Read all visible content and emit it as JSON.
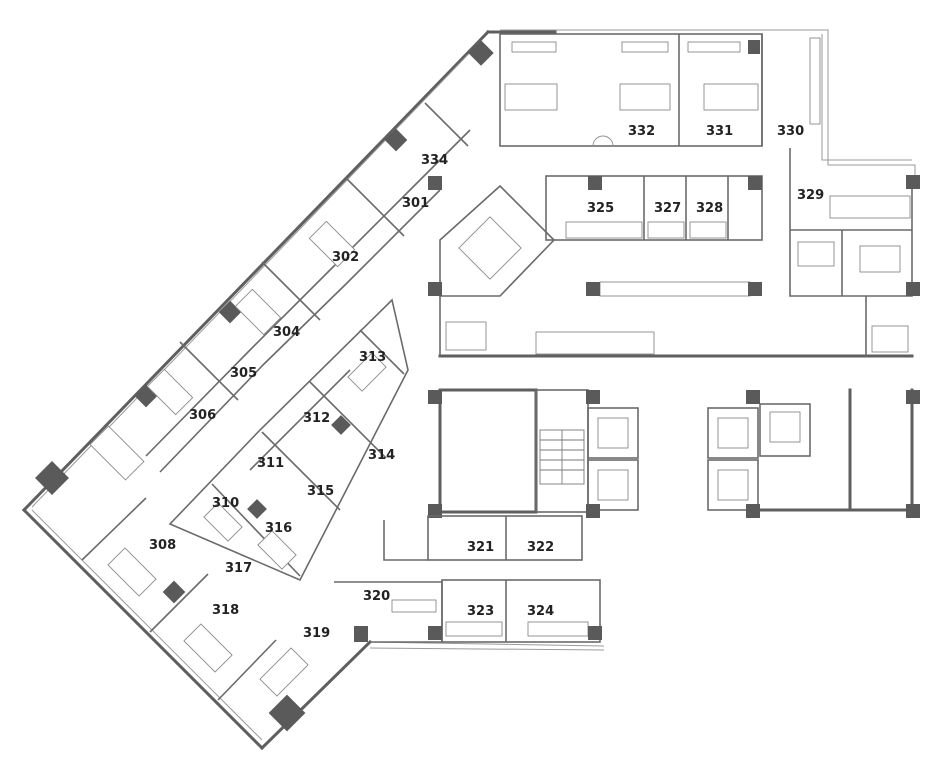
{
  "floor_plan": {
    "rooms": [
      {
        "id": "301",
        "label": "301"
      },
      {
        "id": "302",
        "label": "302"
      },
      {
        "id": "304",
        "label": "304"
      },
      {
        "id": "305",
        "label": "305"
      },
      {
        "id": "306",
        "label": "306"
      },
      {
        "id": "308",
        "label": "308"
      },
      {
        "id": "310",
        "label": "310"
      },
      {
        "id": "311",
        "label": "311"
      },
      {
        "id": "312",
        "label": "312"
      },
      {
        "id": "313",
        "label": "313"
      },
      {
        "id": "314",
        "label": "314"
      },
      {
        "id": "315",
        "label": "315"
      },
      {
        "id": "316",
        "label": "316"
      },
      {
        "id": "317",
        "label": "317"
      },
      {
        "id": "318",
        "label": "318"
      },
      {
        "id": "319",
        "label": "319"
      },
      {
        "id": "320",
        "label": "320"
      },
      {
        "id": "321",
        "label": "321"
      },
      {
        "id": "322",
        "label": "322"
      },
      {
        "id": "323",
        "label": "323"
      },
      {
        "id": "324",
        "label": "324"
      },
      {
        "id": "325",
        "label": "325"
      },
      {
        "id": "327",
        "label": "327"
      },
      {
        "id": "328",
        "label": "328"
      },
      {
        "id": "329",
        "label": "329"
      },
      {
        "id": "330",
        "label": "330"
      },
      {
        "id": "331",
        "label": "331"
      },
      {
        "id": "332",
        "label": "332"
      },
      {
        "id": "334",
        "label": "334"
      }
    ],
    "colors": {
      "wall": "#5f5f5f",
      "column": "#5a5a5a",
      "furniture": "#8a8a8a",
      "label": "#222222",
      "background": "#ffffff"
    }
  }
}
